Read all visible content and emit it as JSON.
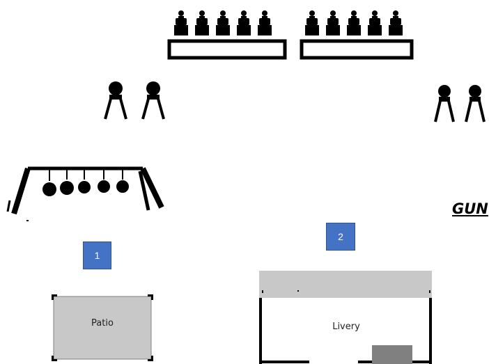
{
  "markers": [
    {
      "number": "1"
    },
    {
      "number": "2"
    }
  ],
  "areas": {
    "patio": {
      "label": "Patio"
    },
    "livery": {
      "label": "Livery"
    }
  },
  "heading": {
    "text": "GUN"
  },
  "icons": {
    "seating_rows": "seated-people-icon",
    "standing_figures": "person-icon",
    "swing": "swing-set-icon"
  },
  "colors": {
    "badge": "#4472c4",
    "area_fill": "#c8c8c8",
    "livery_door": "#808080",
    "ink": "#000000"
  }
}
